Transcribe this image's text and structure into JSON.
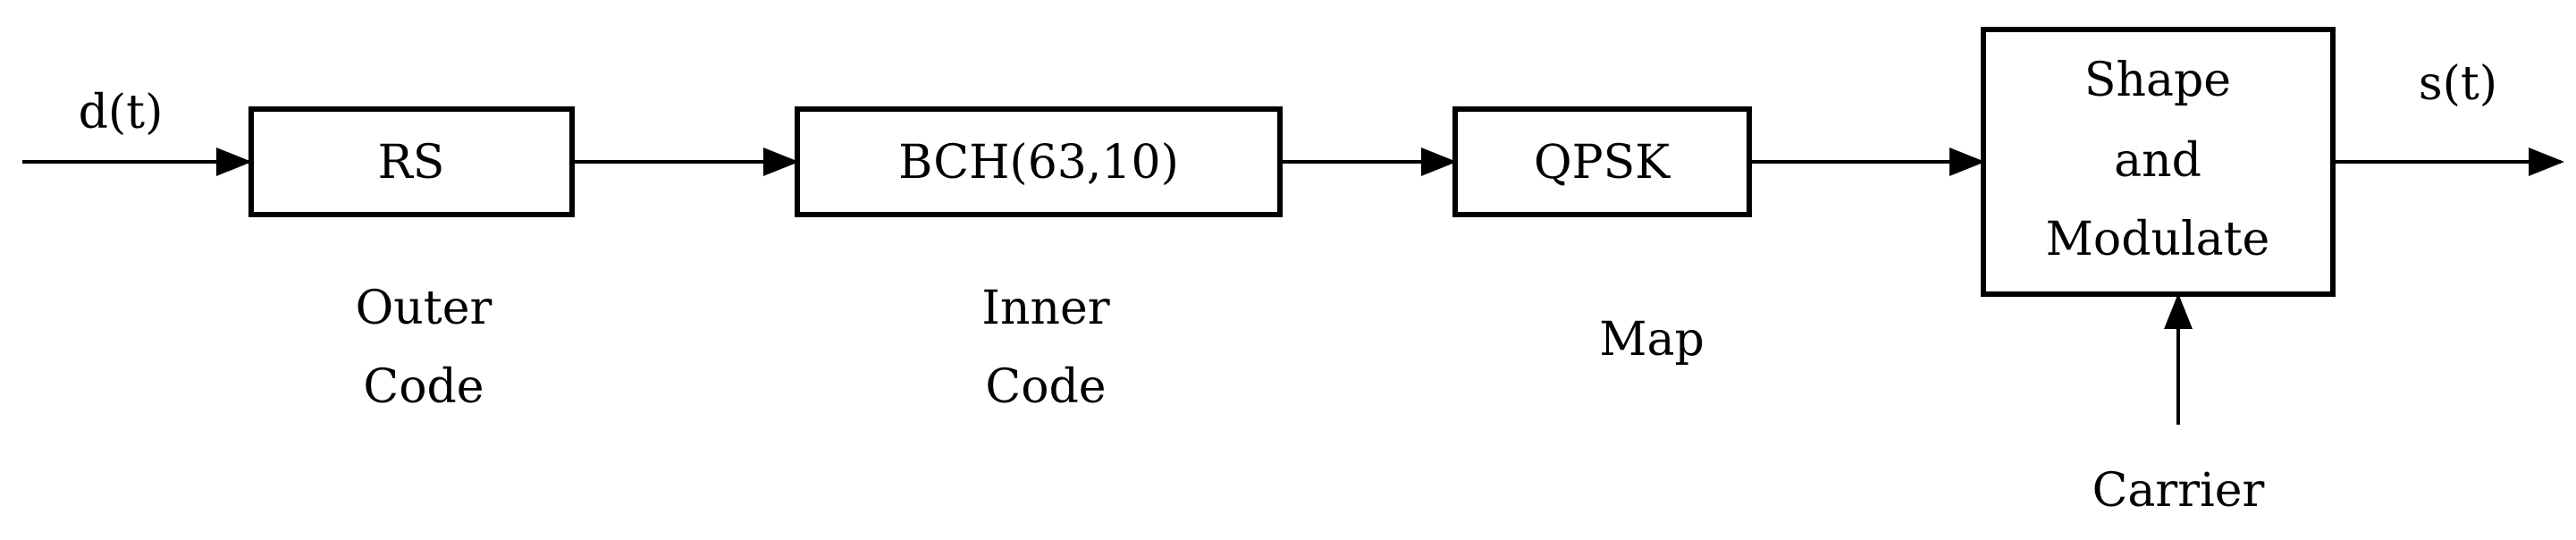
{
  "diagram": {
    "input_signal": "d(t)",
    "output_signal": "s(t)",
    "blocks": {
      "rs": "RS",
      "bch": "BCH(63,10)",
      "qpsk": "QPSK",
      "shape_line1": "Shape",
      "shape_line2": "and",
      "shape_line3": "Modulate"
    },
    "captions": {
      "outer_line1": "Outer",
      "outer_line2": "Code",
      "inner_line1": "Inner",
      "inner_line2": "Code",
      "map": "Map",
      "carrier": "Carrier"
    },
    "colors": {
      "stroke": "#000000",
      "background": "#ffffff"
    }
  }
}
